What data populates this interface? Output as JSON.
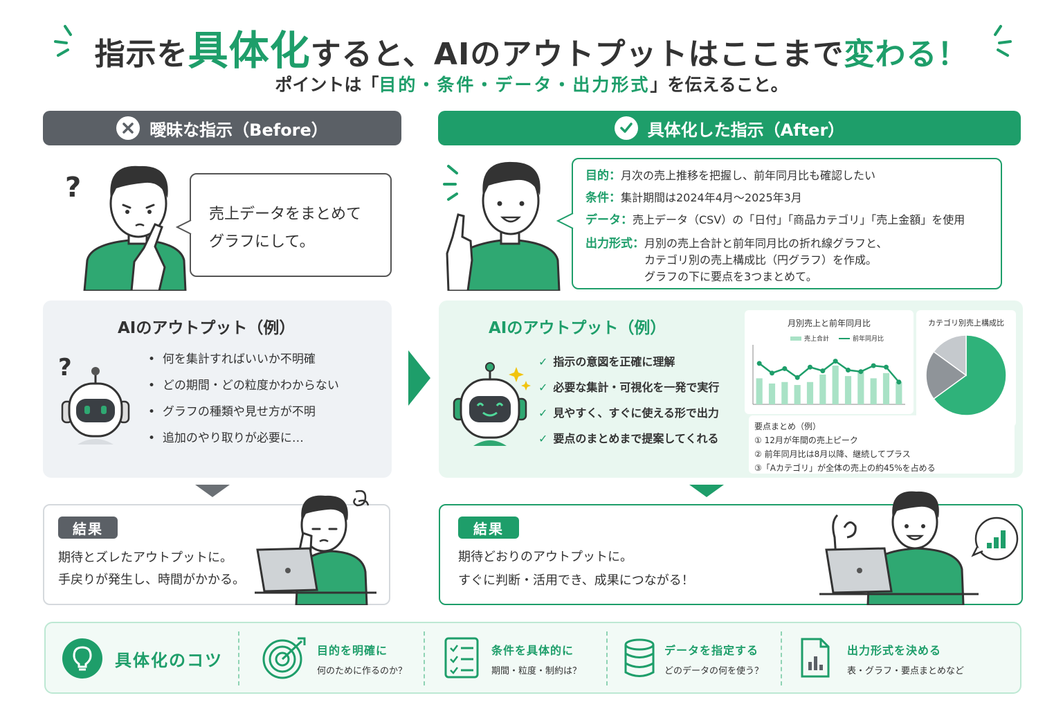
{
  "header": {
    "title_pre": "指示を",
    "title_big": "具体化",
    "title_mid": "すると、AIのアウトプットはここまで",
    "title_emph": "変わる！",
    "subtitle_pre": "ポイントは「",
    "subtitle_emph": "目的・条件・データ・出力形式",
    "subtitle_post": "」を伝えること。"
  },
  "before": {
    "header": "曖昧な指示（Before）",
    "bubble_line1": "売上データをまとめて",
    "bubble_line2": "グラフにして。",
    "output_title": "AIのアウトプット（例）",
    "bullets": [
      "何を集計すればいいか不明確",
      "どの期間・どの粒度かわからない",
      "グラフの種類や見せ方が不明",
      "追加のやり取りが必要に…"
    ],
    "result_label": "結果",
    "result_line1": "期待とズレたアウトプットに。",
    "result_line2": "手戻りが発生し、時間がかかる。"
  },
  "after": {
    "header": "具体化した指示（After）",
    "spec": [
      {
        "label": "目的：",
        "lines": [
          "月次の売上推移を把握し、前年同月比も確認したい"
        ]
      },
      {
        "label": "条件：",
        "lines": [
          "集計期間は2024年4月〜2025年3月"
        ]
      },
      {
        "label": "データ：",
        "lines": [
          "売上データ（CSV）の「日付」「商品カテゴリ」「売上金額」を使用"
        ]
      },
      {
        "label": "出力形式：",
        "lines": [
          "月別の売上合計と前年同月比の折れ線グラフと、",
          "カテゴリ別の売上構成比（円グラフ）を作成。",
          "グラフの下に要点を3つまとめて。"
        ]
      }
    ],
    "output_title": "AIのアウトプット（例）",
    "checks": [
      "指示の意図を正確に理解",
      "必要な集計・可視化を一発で実行",
      "見やすく、すぐに使える形で出力",
      "要点のまとめまで提案してくれる"
    ],
    "chart1_title": "月別売上と前年同月比",
    "legend_bar": "売上合計",
    "legend_line": "前年同月比",
    "chart2_title": "カテゴリ別売上構成比",
    "summary_title": "要点まとめ（例）",
    "summary": [
      "① 12月が年間の売上ピーク",
      "② 前年同月比は8月以降、継続してプラス",
      "③「Aカテゴリ」が全体の売上の約45%を占める"
    ],
    "result_label": "結果",
    "result_line1": "期待どおりのアウトプットに。",
    "result_line2": "すぐに判断・活用でき、成果につながる！"
  },
  "tips": {
    "title": "具体化のコツ",
    "items": [
      {
        "title": "目的を明確に",
        "sub": "何のために作るのか？"
      },
      {
        "title": "条件を具体的に",
        "sub": "期間・粒度・制約は？"
      },
      {
        "title": "データを指定する",
        "sub": "どのデータの何を使う？"
      },
      {
        "title": "出力形式を決める",
        "sub": "表・グラフ・要点まとめなど"
      }
    ]
  },
  "chart_data": [
    {
      "type": "bar",
      "title": "月別売上と前年同月比",
      "series": [
        {
          "name": "売上合計",
          "type": "bar",
          "values": [
            35,
            28,
            30,
            26,
            30,
            40,
            52,
            38,
            45,
            35,
            42,
            30
          ]
        },
        {
          "name": "前年同月比",
          "type": "line",
          "values": [
            55,
            42,
            48,
            36,
            50,
            45,
            58,
            46,
            44,
            52,
            50,
            30
          ]
        }
      ],
      "ylim": [
        0,
        80
      ]
    },
    {
      "type": "pie",
      "title": "カテゴリ別売上構成比",
      "values": [
        65,
        20,
        15
      ]
    }
  ],
  "colors": {
    "green": "#1e9e6a",
    "dark_gray": "#5b6066",
    "light_green_bg": "#e9f7f0",
    "light_gray_bg": "#eff2f5"
  }
}
